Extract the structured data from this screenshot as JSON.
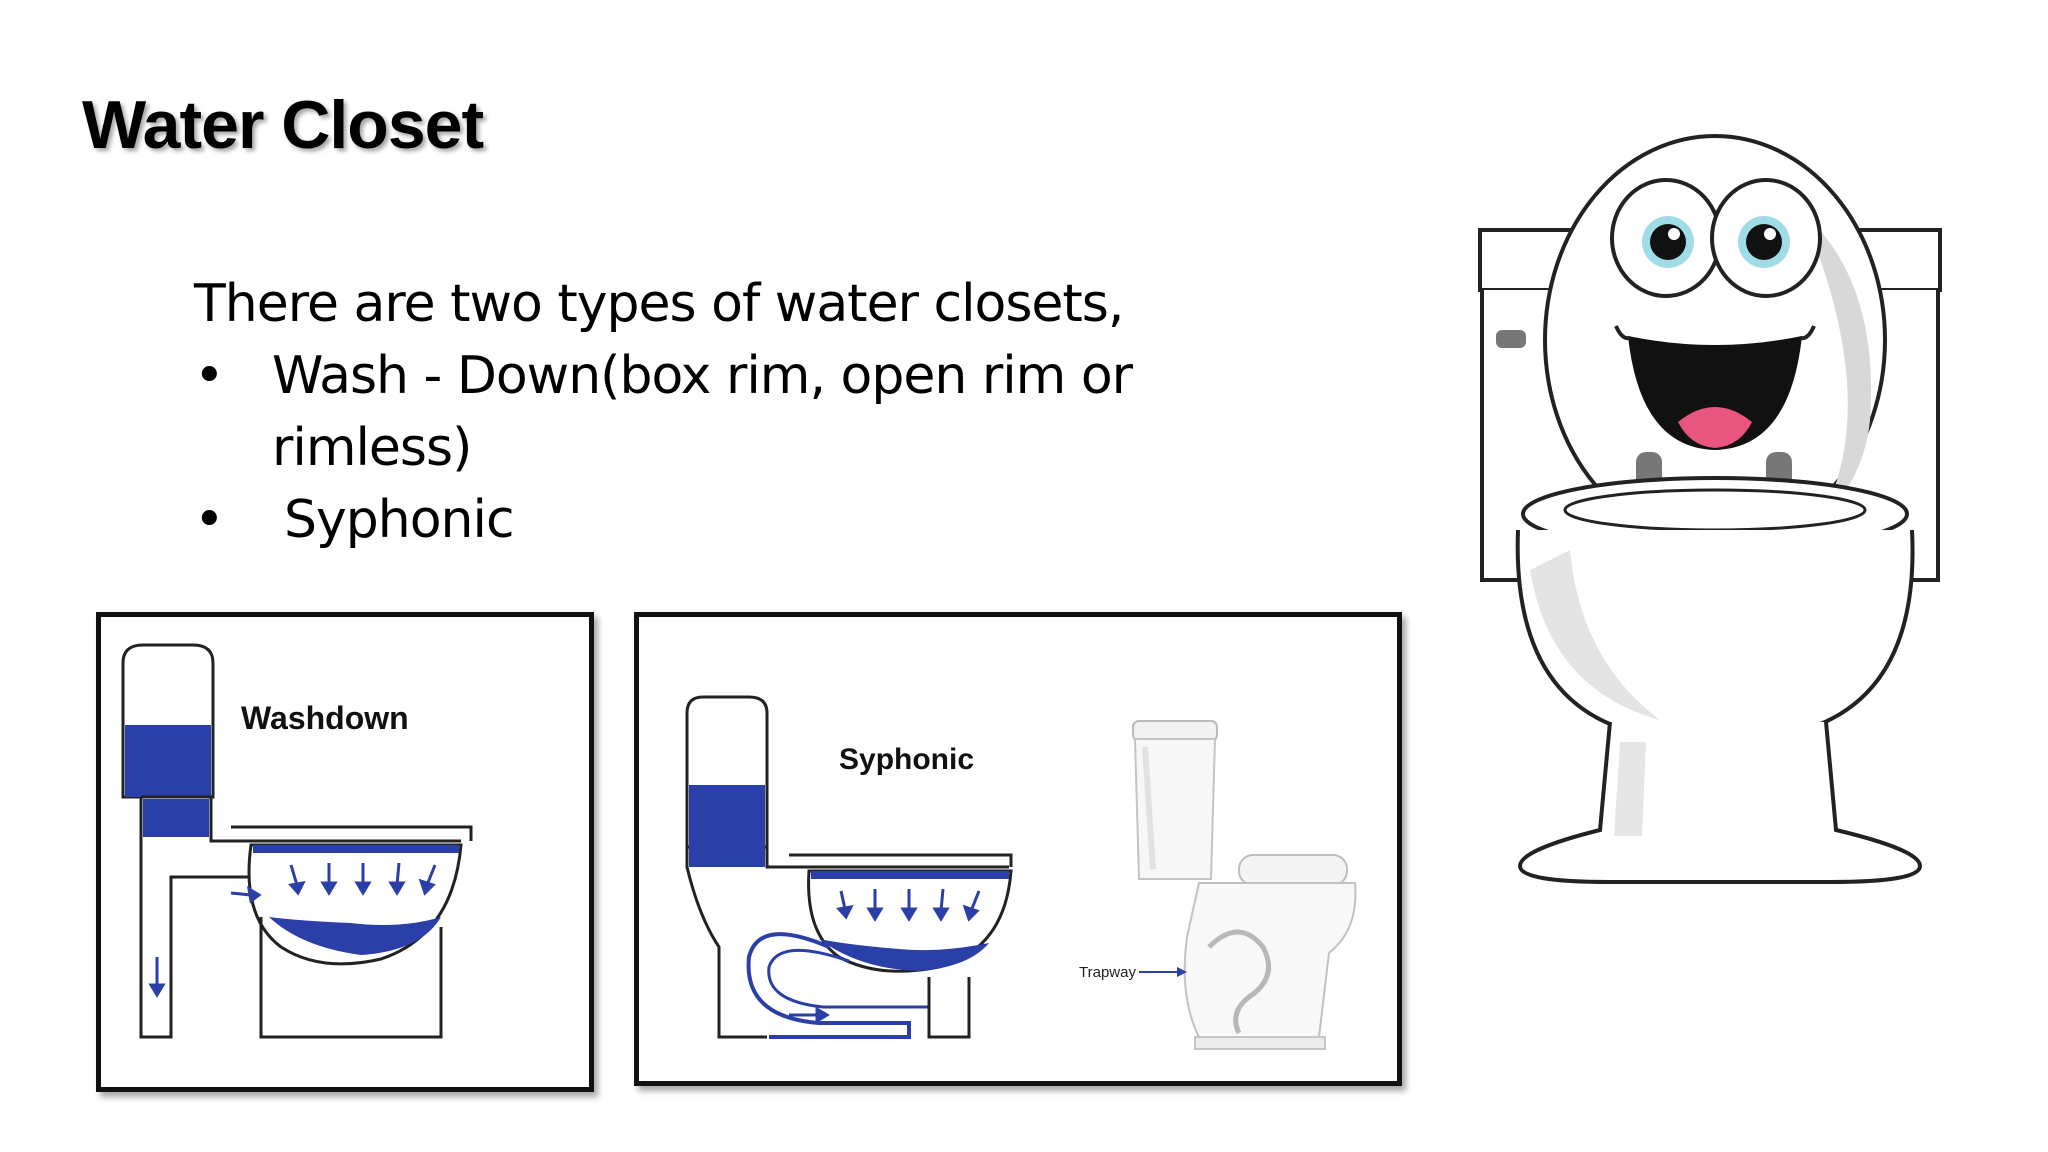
{
  "slide": {
    "title": "Water Closet",
    "intro": "There are two types of water closets,",
    "bullets": [
      {
        "marker": "•",
        "text": "Wash - Down(box rim, open rim or rimless)"
      },
      {
        "marker": "•",
        "text": "Syphonic"
      }
    ]
  },
  "diagrams": {
    "washdown": {
      "label": "Washdown"
    },
    "syphonic": {
      "label": "Syphonic",
      "trapway_label": "Trapway"
    }
  },
  "colors": {
    "water": "#2b3fa8",
    "outline": "#111111"
  },
  "icons": [
    "toilet-washdown-diagram",
    "toilet-syphonic-diagram",
    "toilet-photo-illustration",
    "smiling-toilet-cartoon"
  ]
}
